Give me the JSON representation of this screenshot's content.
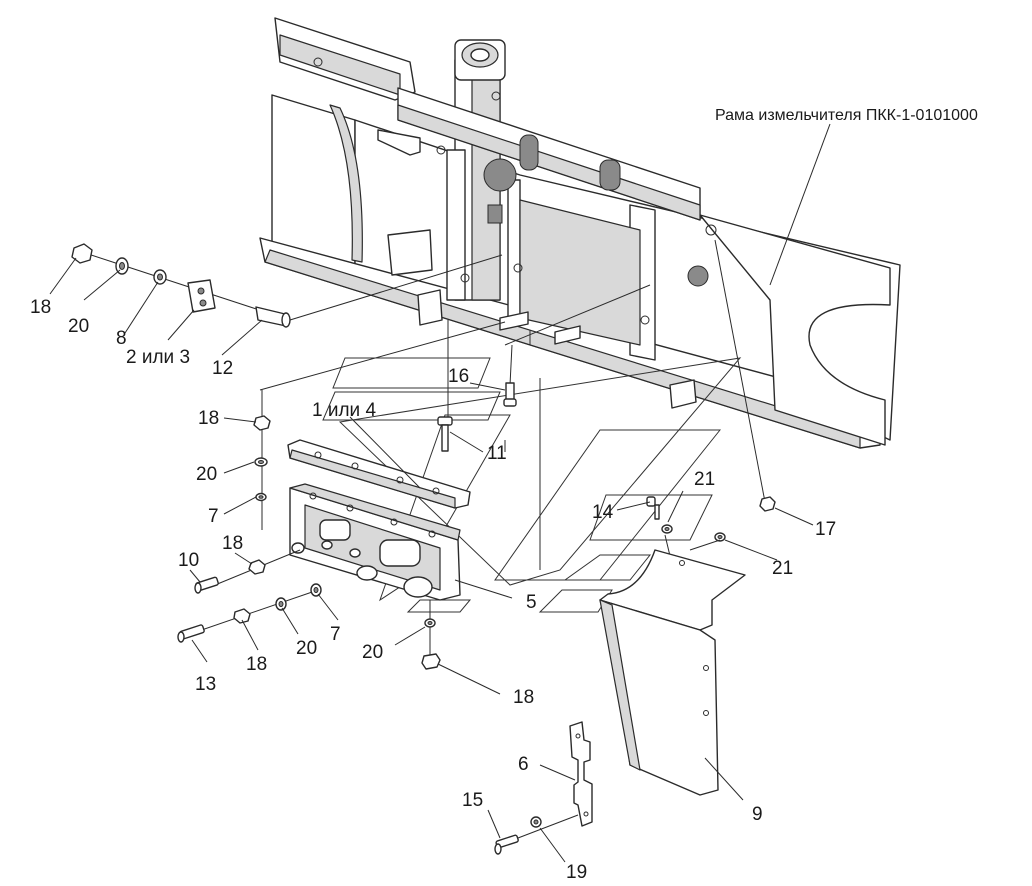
{
  "title": "Рама измельчителя ПКК-1-0101000",
  "labels": {
    "l18a": "18",
    "l20a": "20",
    "l8": "8",
    "l2or3": "2 или 3",
    "l12": "12",
    "l16": "16",
    "l1or4": "1 или 4",
    "l11": "11",
    "l18b": "18",
    "l20b": "20",
    "l7a": "7",
    "l10": "10",
    "l18c": "18",
    "l13": "13",
    "l18d": "18",
    "l20c": "20",
    "l7b": "7",
    "l20d": "20",
    "l5": "5",
    "l18e": "18",
    "l21a": "21",
    "l14": "14",
    "l17": "17",
    "l21b": "21",
    "l6": "6",
    "l9": "9",
    "l15": "15",
    "l19": "19"
  }
}
